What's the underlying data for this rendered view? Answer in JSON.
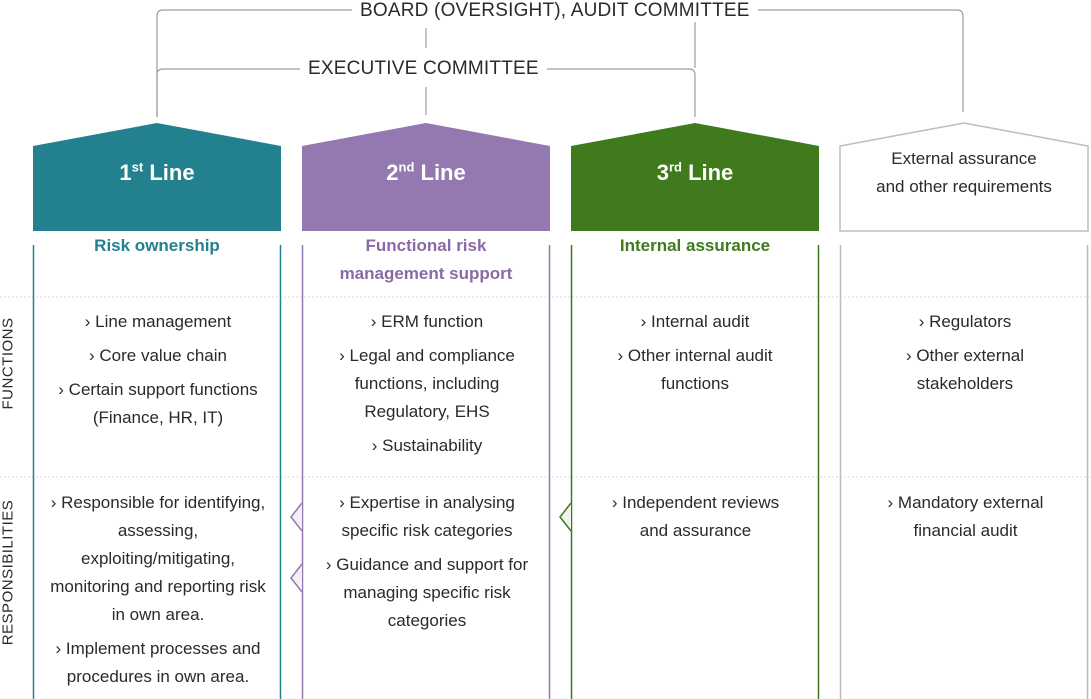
{
  "board_label": "BOARD (OVERSIGHT), AUDIT COMMITTEE",
  "executive_label": "EXECUTIVE COMMITTEE",
  "row_labels": {
    "functions": "FUNCTIONS",
    "responsibilities": "RESPONSIBILITIES"
  },
  "colors": {
    "line1": "#23818f",
    "line2": "#9479b0",
    "line3": "#3f7a1c",
    "external": "#bdbdbd",
    "connector": "#9e9e9e"
  },
  "columns": [
    {
      "head_num": "1",
      "head_sup": "st",
      "head_text": " Line",
      "subtitle": [
        "Risk ownership"
      ],
      "functions": [
        "› Line management",
        "› Core value chain",
        "› Certain support functions (Finance, HR, IT)"
      ],
      "responsibilities": [
        "› Responsible for identifying, assessing, exploiting/mitigating, monitoring and reporting risk in own area.",
        "› Implement processes and procedures in own area."
      ]
    },
    {
      "head_num": "2",
      "head_sup": "nd",
      "head_text": " Line",
      "subtitle": [
        "Functional risk",
        "management support"
      ],
      "functions": [
        "› ERM function",
        "› Legal and compliance functions, including Regulatory, EHS",
        "› Sustainability"
      ],
      "responsibilities": [
        "› Expertise in analysing specific risk categories",
        "› Guidance and support for managing specific risk categories"
      ]
    },
    {
      "head_num": "3",
      "head_sup": "rd",
      "head_text": " Line",
      "subtitle": [
        "Internal assurance"
      ],
      "functions": [
        "› Internal audit",
        "› Other internal audit functions"
      ],
      "responsibilities": [
        "› Independent reviews and assurance"
      ]
    },
    {
      "head_lines": [
        "External assurance",
        "and other requirements"
      ],
      "functions": [
        "› Regulators",
        "› Other external stakeholders"
      ],
      "responsibilities": [
        "› Mandatory external financial audit"
      ]
    }
  ]
}
